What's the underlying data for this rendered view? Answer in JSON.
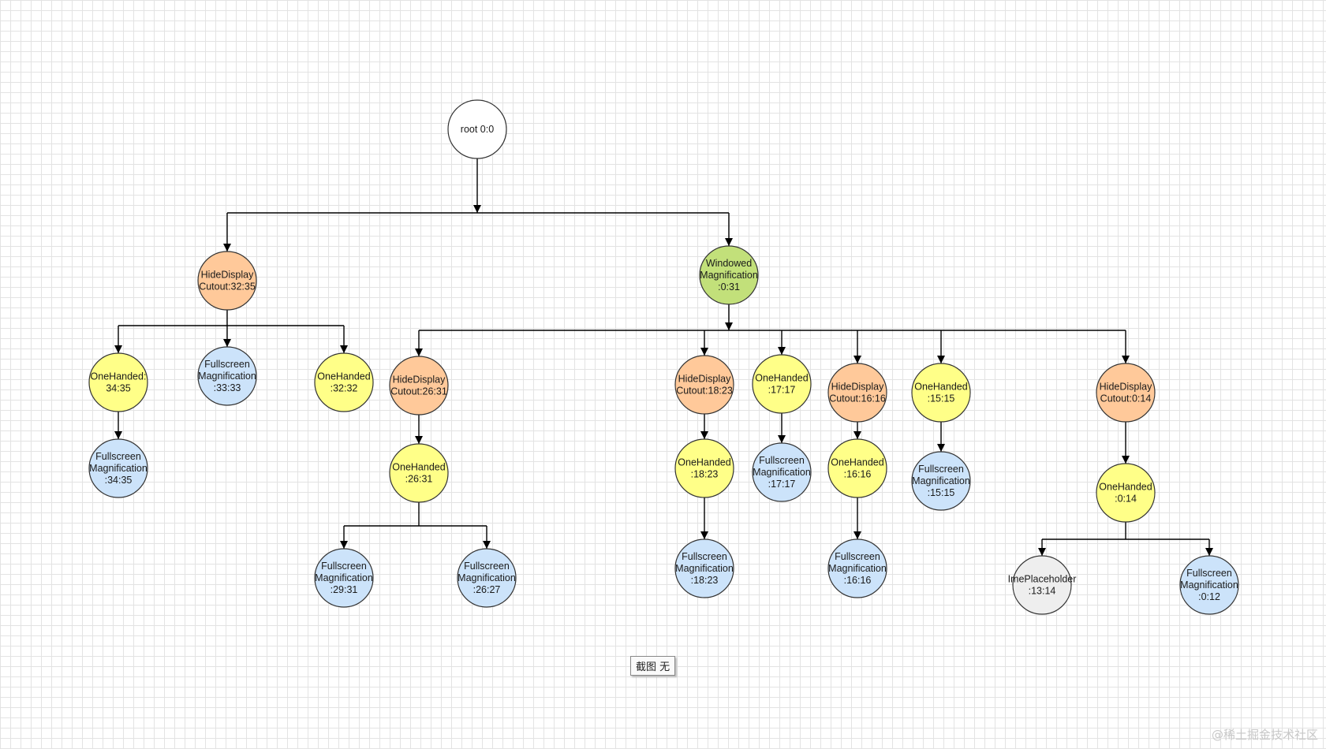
{
  "colors": {
    "root": "#ffffff",
    "HideDisplayCutout": "#ffc99a",
    "OneHanded": "#ffff88",
    "FullscreenMagnification": "#cce3fa",
    "WindowedMagnification": "#c2e07a",
    "ImePlaceholder": "#eeeeee"
  },
  "nodes": [
    {
      "id": "root",
      "kind": "root",
      "lines": [
        "root 0:0"
      ]
    },
    {
      "id": "hdc1",
      "kind": "HideDisplayCutout",
      "lines": [
        "HideDisplay",
        "Cutout:32:35"
      ]
    },
    {
      "id": "wm",
      "kind": "WindowedMagnification",
      "lines": [
        "Windowed",
        "Magnification",
        ":0:31"
      ]
    },
    {
      "id": "oh1",
      "kind": "OneHanded",
      "lines": [
        "OneHanded:",
        "34:35"
      ]
    },
    {
      "id": "fm1",
      "kind": "FullscreenMagnification",
      "lines": [
        "Fullscreen",
        "Magnification",
        ":33:33"
      ]
    },
    {
      "id": "oh2",
      "kind": "OneHanded",
      "lines": [
        "OneHanded",
        ":32:32"
      ]
    },
    {
      "id": "fm2",
      "kind": "FullscreenMagnification",
      "lines": [
        "Fullscreen",
        "Magnification",
        ":34:35"
      ]
    },
    {
      "id": "hdc2",
      "kind": "HideDisplayCutout",
      "lines": [
        "HideDisplay",
        "Cutout:26:31"
      ]
    },
    {
      "id": "oh3",
      "kind": "OneHanded",
      "lines": [
        "OneHanded",
        ":26:31"
      ]
    },
    {
      "id": "fm3",
      "kind": "FullscreenMagnification",
      "lines": [
        "Fullscreen",
        "Magnification",
        ":29:31"
      ]
    },
    {
      "id": "fm4",
      "kind": "FullscreenMagnification",
      "lines": [
        "Fullscreen",
        "Magnification",
        ":26:27"
      ]
    },
    {
      "id": "hdc3",
      "kind": "HideDisplayCutout",
      "lines": [
        "HideDisplay",
        "Cutout:18:23"
      ]
    },
    {
      "id": "oh4",
      "kind": "OneHanded",
      "lines": [
        "OneHanded",
        ":18:23"
      ]
    },
    {
      "id": "fm5",
      "kind": "FullscreenMagnification",
      "lines": [
        "Fullscreen",
        "Magnification",
        ":18:23"
      ]
    },
    {
      "id": "oh5",
      "kind": "OneHanded",
      "lines": [
        "OneHanded",
        ":17:17"
      ]
    },
    {
      "id": "fm6",
      "kind": "FullscreenMagnification",
      "lines": [
        "Fullscreen",
        "Magnification",
        ":17:17"
      ]
    },
    {
      "id": "hdc4",
      "kind": "HideDisplayCutout",
      "lines": [
        "HideDisplay",
        "Cutout:16:16"
      ]
    },
    {
      "id": "oh6",
      "kind": "OneHanded",
      "lines": [
        "OneHanded",
        ":16:16"
      ]
    },
    {
      "id": "fm7",
      "kind": "FullscreenMagnification",
      "lines": [
        "Fullscreen",
        "Magnification",
        ":16:16"
      ]
    },
    {
      "id": "oh7",
      "kind": "OneHanded",
      "lines": [
        "OneHanded",
        ":15:15"
      ]
    },
    {
      "id": "fm8",
      "kind": "FullscreenMagnification",
      "lines": [
        "Fullscreen",
        "Magnification",
        ":15:15"
      ]
    },
    {
      "id": "hdc5",
      "kind": "HideDisplayCutout",
      "lines": [
        "HideDisplay",
        "Cutout:0:14"
      ]
    },
    {
      "id": "oh8",
      "kind": "OneHanded",
      "lines": [
        "OneHanded",
        ":0:14"
      ]
    },
    {
      "id": "ime",
      "kind": "ImePlaceholder",
      "lines": [
        "ImePlaceholder",
        ":13:14"
      ]
    },
    {
      "id": "fm9",
      "kind": "FullscreenMagnification",
      "lines": [
        "Fullscreen",
        "Magnification",
        ":0:12"
      ]
    }
  ],
  "edges": [
    {
      "from": "root",
      "to": [
        "hdc1",
        "wm"
      ]
    },
    {
      "from": "hdc1",
      "to": [
        "oh1",
        "fm1",
        "oh2"
      ]
    },
    {
      "from": "oh1",
      "to": [
        "fm2"
      ]
    },
    {
      "from": "wm",
      "to": [
        "hdc2",
        "hdc3",
        "oh5",
        "hdc4",
        "oh7",
        "hdc5"
      ]
    },
    {
      "from": "hdc2",
      "to": [
        "oh3"
      ]
    },
    {
      "from": "oh3",
      "to": [
        "fm3",
        "fm4"
      ]
    },
    {
      "from": "hdc3",
      "to": [
        "oh4"
      ]
    },
    {
      "from": "oh4",
      "to": [
        "fm5"
      ]
    },
    {
      "from": "oh5",
      "to": [
        "fm6"
      ]
    },
    {
      "from": "hdc4",
      "to": [
        "oh6"
      ]
    },
    {
      "from": "oh6",
      "to": [
        "fm7"
      ]
    },
    {
      "from": "oh7",
      "to": [
        "fm8"
      ]
    },
    {
      "from": "hdc5",
      "to": [
        "oh8"
      ]
    },
    {
      "from": "oh8",
      "to": [
        "ime",
        "fm9"
      ]
    }
  ],
  "caption": "截图 无",
  "watermark": "@稀土掘金技术社区"
}
